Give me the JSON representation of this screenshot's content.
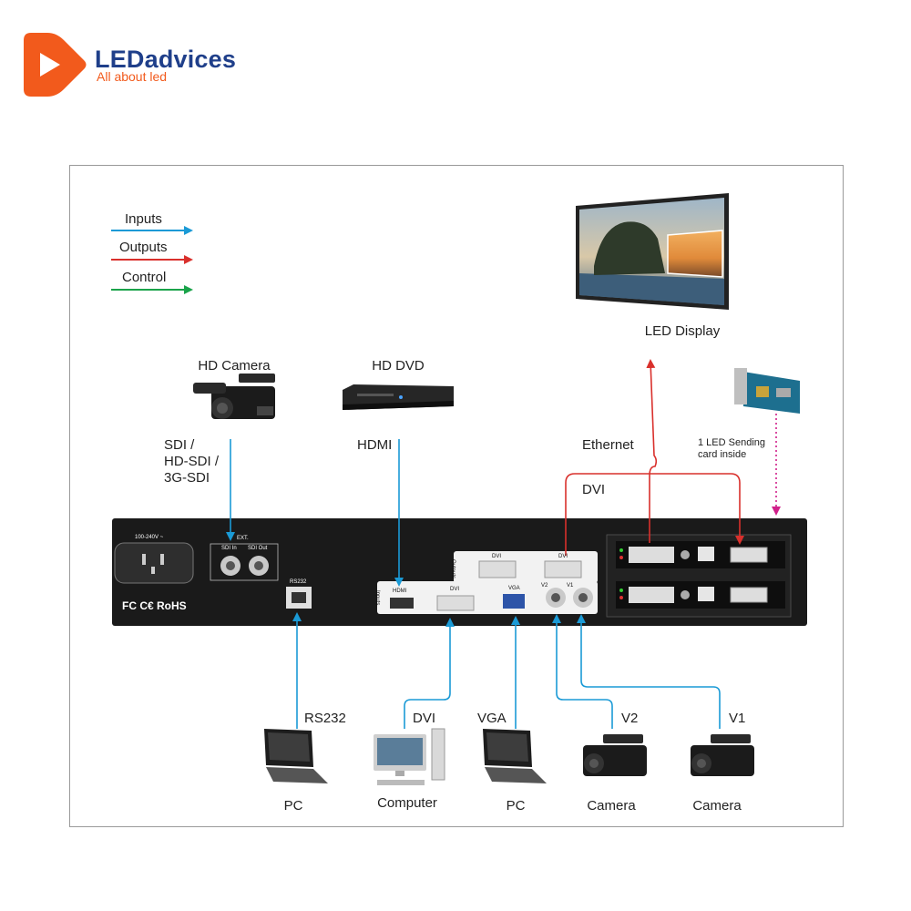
{
  "brand": {
    "name": "LEDadvices",
    "tagline": "All about led",
    "colors": {
      "orange": "#f25a1c",
      "navy": "#1f3f8a"
    }
  },
  "legend": {
    "inputs": "Inputs",
    "outputs": "Outputs",
    "control": "Control",
    "colors": {
      "inputs": "#1a9ad6",
      "outputs": "#d9302c",
      "control": "#1aa34a",
      "sending_card": "#d0208a"
    }
  },
  "devices": {
    "led_display": "LED  Display",
    "hd_camera": "HD Camera",
    "hd_dvd": "HD DVD",
    "sending_card": "1 LED Sending\ncard inside"
  },
  "signals": {
    "sdi": "SDI /\nHD-SDI /\n3G-SDI",
    "hdmi": "HDMI",
    "ethernet": "Ethernet",
    "dvi_out": "DVI",
    "rs232": "RS232",
    "dvi_in": "DVI",
    "vga": "VGA",
    "v2": "V2",
    "v1": "V1"
  },
  "bottom_devices": {
    "pc1": "PC",
    "computer": "Computer",
    "pc2": "PC",
    "camera1": "Camera",
    "camera2": "Camera"
  },
  "panel": {
    "power": "100-240V ~",
    "ext": "EXT.",
    "sdi_in": "SDI In",
    "sdi_out": "SDI Out",
    "rs232": "RS232",
    "outputs": "Outputs",
    "inputs": "Inputs",
    "dvi": "DVI",
    "hdmi": "HDMI",
    "vga": "VGA",
    "v2": "V2",
    "v1": "V1",
    "cert": "FC  C€  RoHS"
  }
}
